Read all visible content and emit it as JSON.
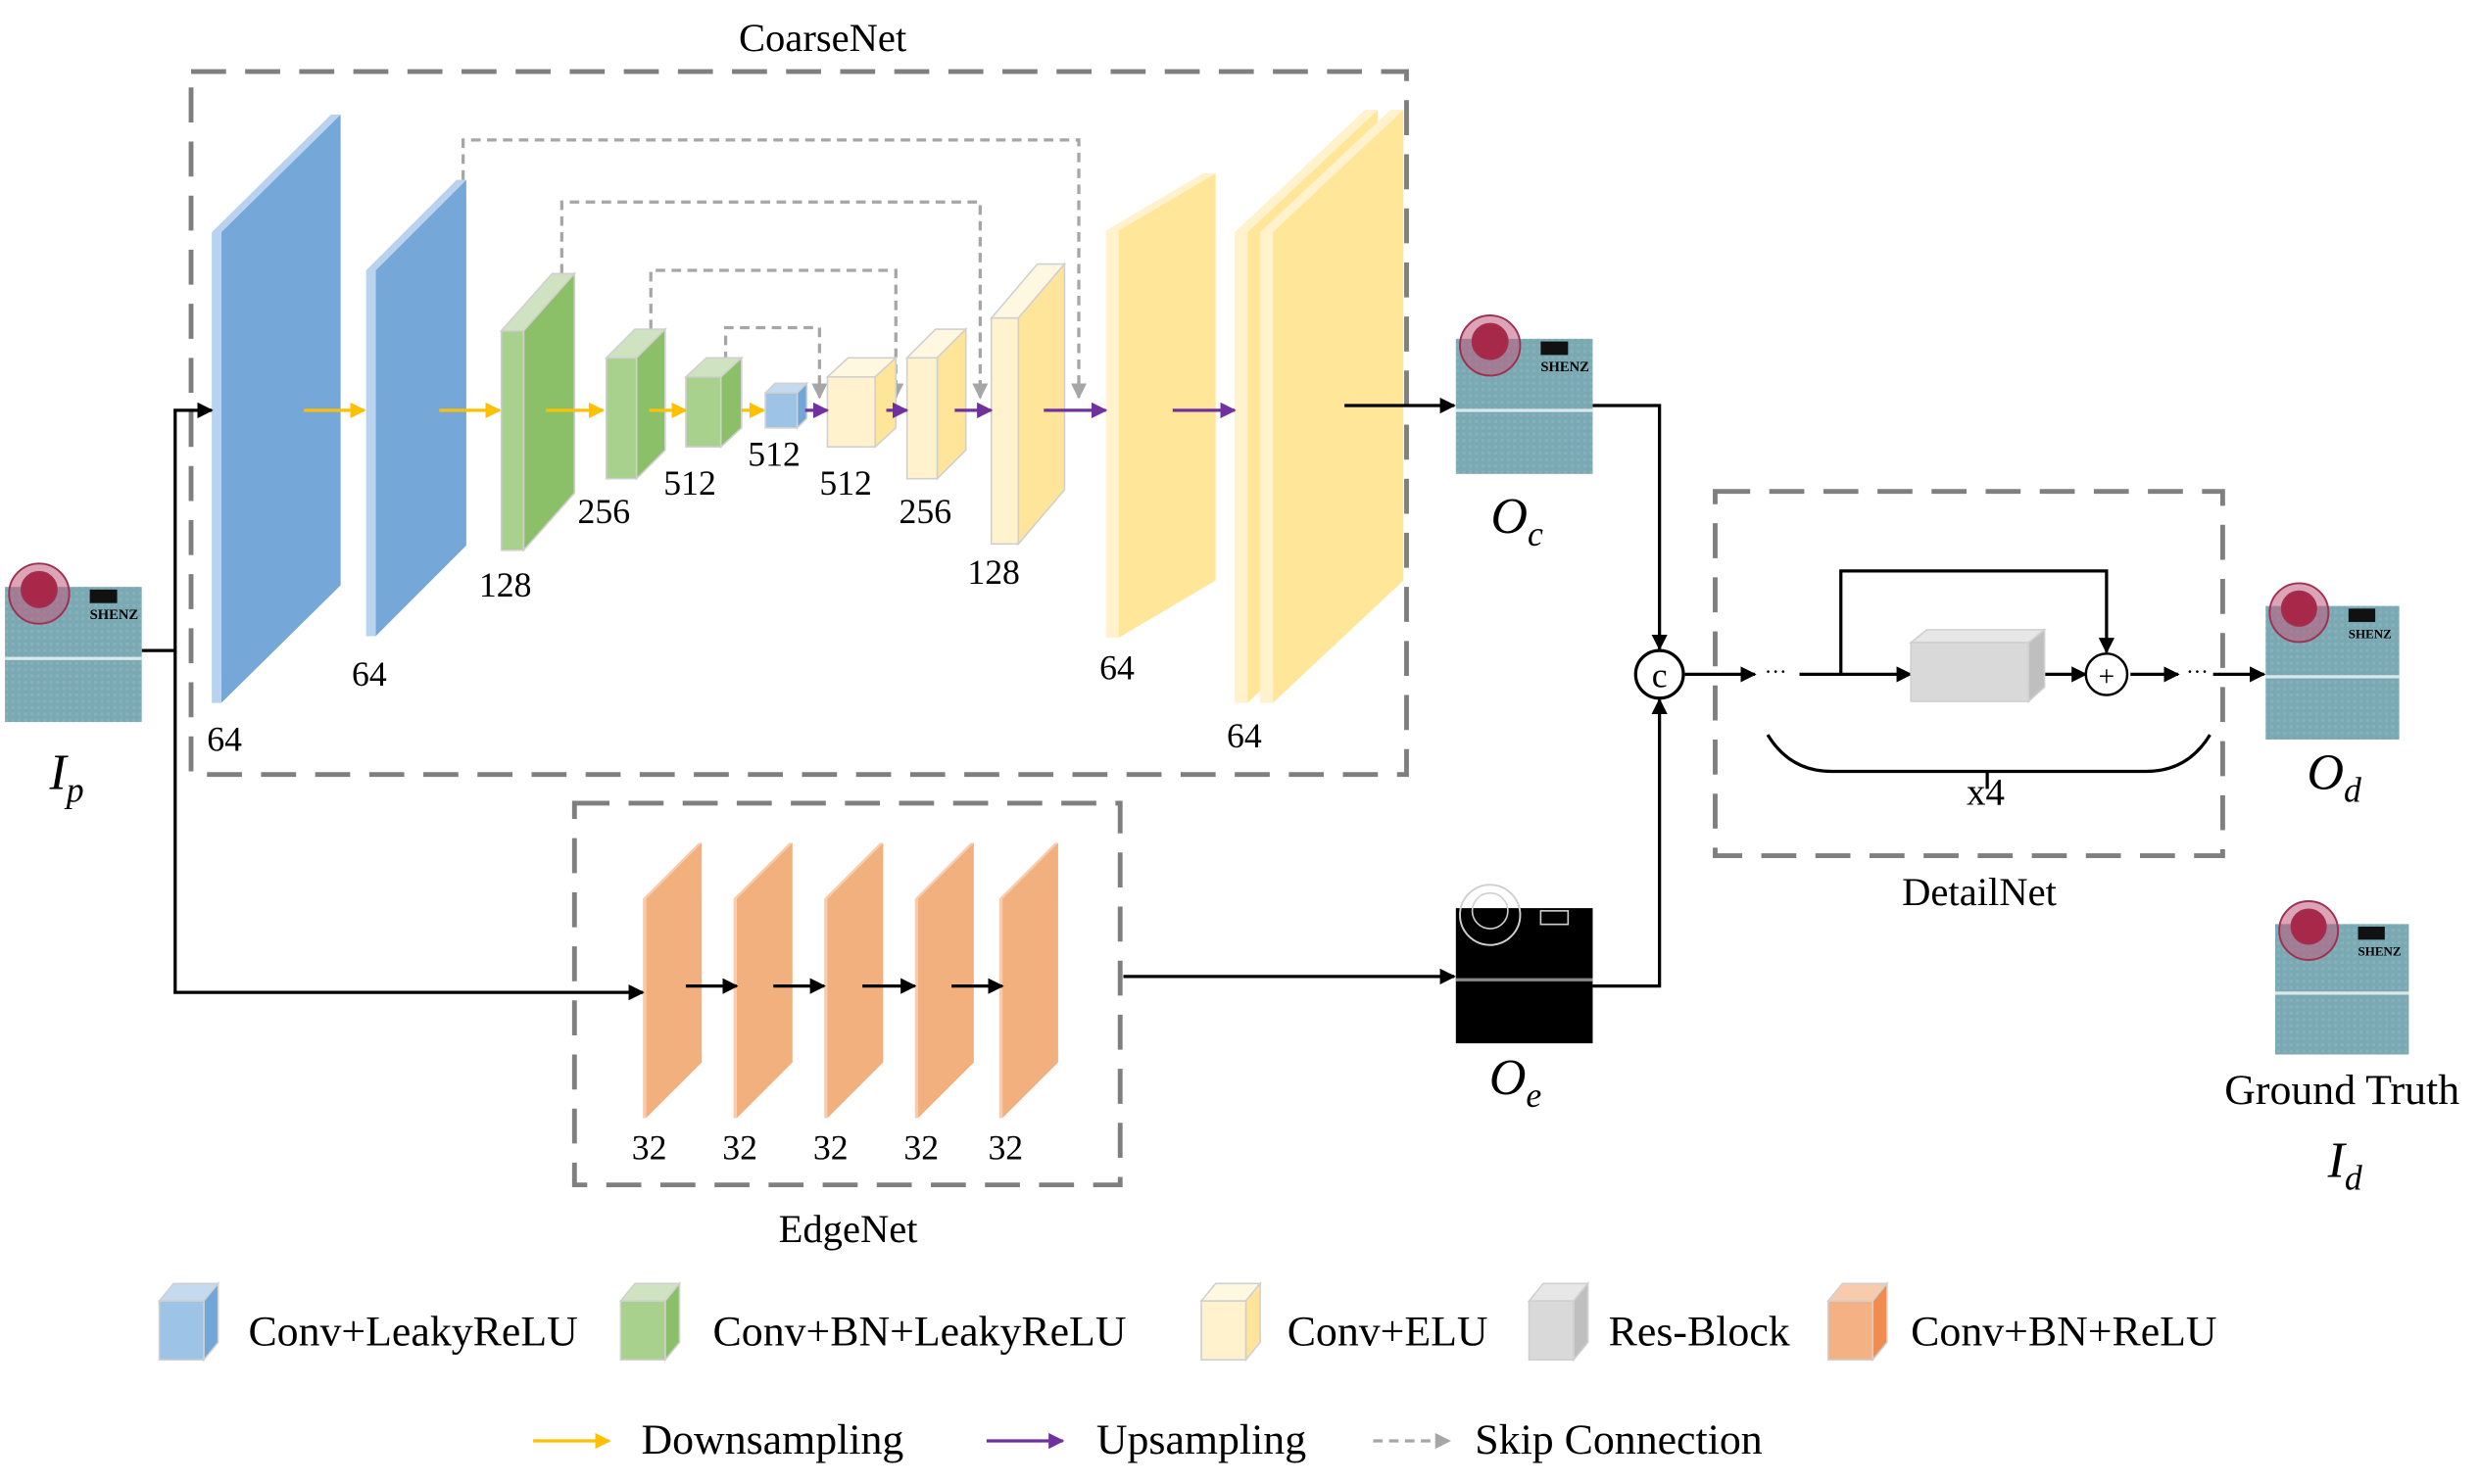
{
  "figure": {
    "coarsenet": {
      "title": "CoarseNet",
      "encoder_labels": [
        "64",
        "64",
        "128",
        "256",
        "512",
        "512"
      ],
      "decoder_labels": [
        "512",
        "256",
        "128",
        "64",
        "64"
      ]
    },
    "edgenet": {
      "title": "EdgeNet",
      "labels": [
        "32",
        "32",
        "32",
        "32",
        "32"
      ]
    },
    "detailnet": {
      "title": "DetailNet",
      "repeat_label": "x4",
      "ellipsis": "···",
      "concat_symbol": "c",
      "add_symbol": "+"
    },
    "images": {
      "input": {
        "symbol": "I",
        "subscript": "p"
      },
      "coarse_output": {
        "symbol": "O",
        "subscript": "c"
      },
      "edge_output": {
        "symbol": "O",
        "subscript": "e"
      },
      "detail_output": {
        "symbol": "O",
        "subscript": "d"
      },
      "ground_truth": {
        "caption": "Ground Truth",
        "symbol": "I",
        "subscript": "d"
      },
      "doc_text": "SHENZ"
    },
    "legend": {
      "blocks": [
        {
          "label": "Conv+LeakyReLU",
          "color": "#9dc3e6"
        },
        {
          "label": "Conv+BN+LeakyReLU",
          "color": "#a9d18e"
        },
        {
          "label": "Conv+ELU",
          "color": "#fff2cc"
        },
        {
          "label": "Res-Block",
          "color": "#d9d9d9"
        },
        {
          "label": "Conv+BN+ReLU",
          "color": "#f4b183"
        }
      ],
      "arrows": [
        {
          "label": "Downsampling",
          "color": "#ffc000"
        },
        {
          "label": "Upsampling",
          "color": "#7030a0"
        },
        {
          "label": "Skip Connection",
          "color": "#a6a6a6"
        }
      ]
    }
  }
}
